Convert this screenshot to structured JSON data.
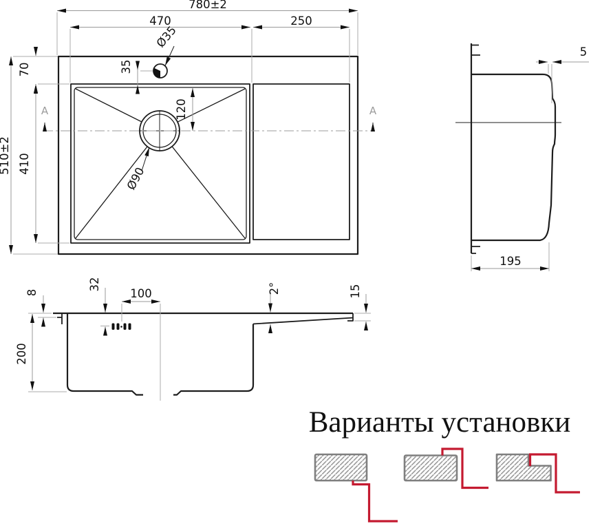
{
  "colors": {
    "red": "#c41a30",
    "line": "#1c1c1c",
    "dim": "#111111",
    "hatch_border": "#7f7f7f",
    "hatch_line": "#9a9a9a",
    "aux": "#9b9b9b"
  },
  "plan": {
    "overall_width": "780±2",
    "bowl_width": "470",
    "wing_width": "250",
    "rim_to_bowl_top": "70",
    "faucet_offset": "35",
    "faucet_hole_dia": "Ø35",
    "overall_depth": "510±2",
    "bowl_depth": "410",
    "drain_dia": "Ø90",
    "drain_from_bowl_top": "120",
    "section_letter": "A"
  },
  "side": {
    "rim_edge": "5",
    "body_depth": "195"
  },
  "section": {
    "rim_lip": "8",
    "overflow_center": "32",
    "overflow_to_drain": "100",
    "wing_slope": "2°",
    "edge_height": "15",
    "bowl_inner_depth": "200"
  },
  "installation": {
    "title": "Варианты установки"
  }
}
